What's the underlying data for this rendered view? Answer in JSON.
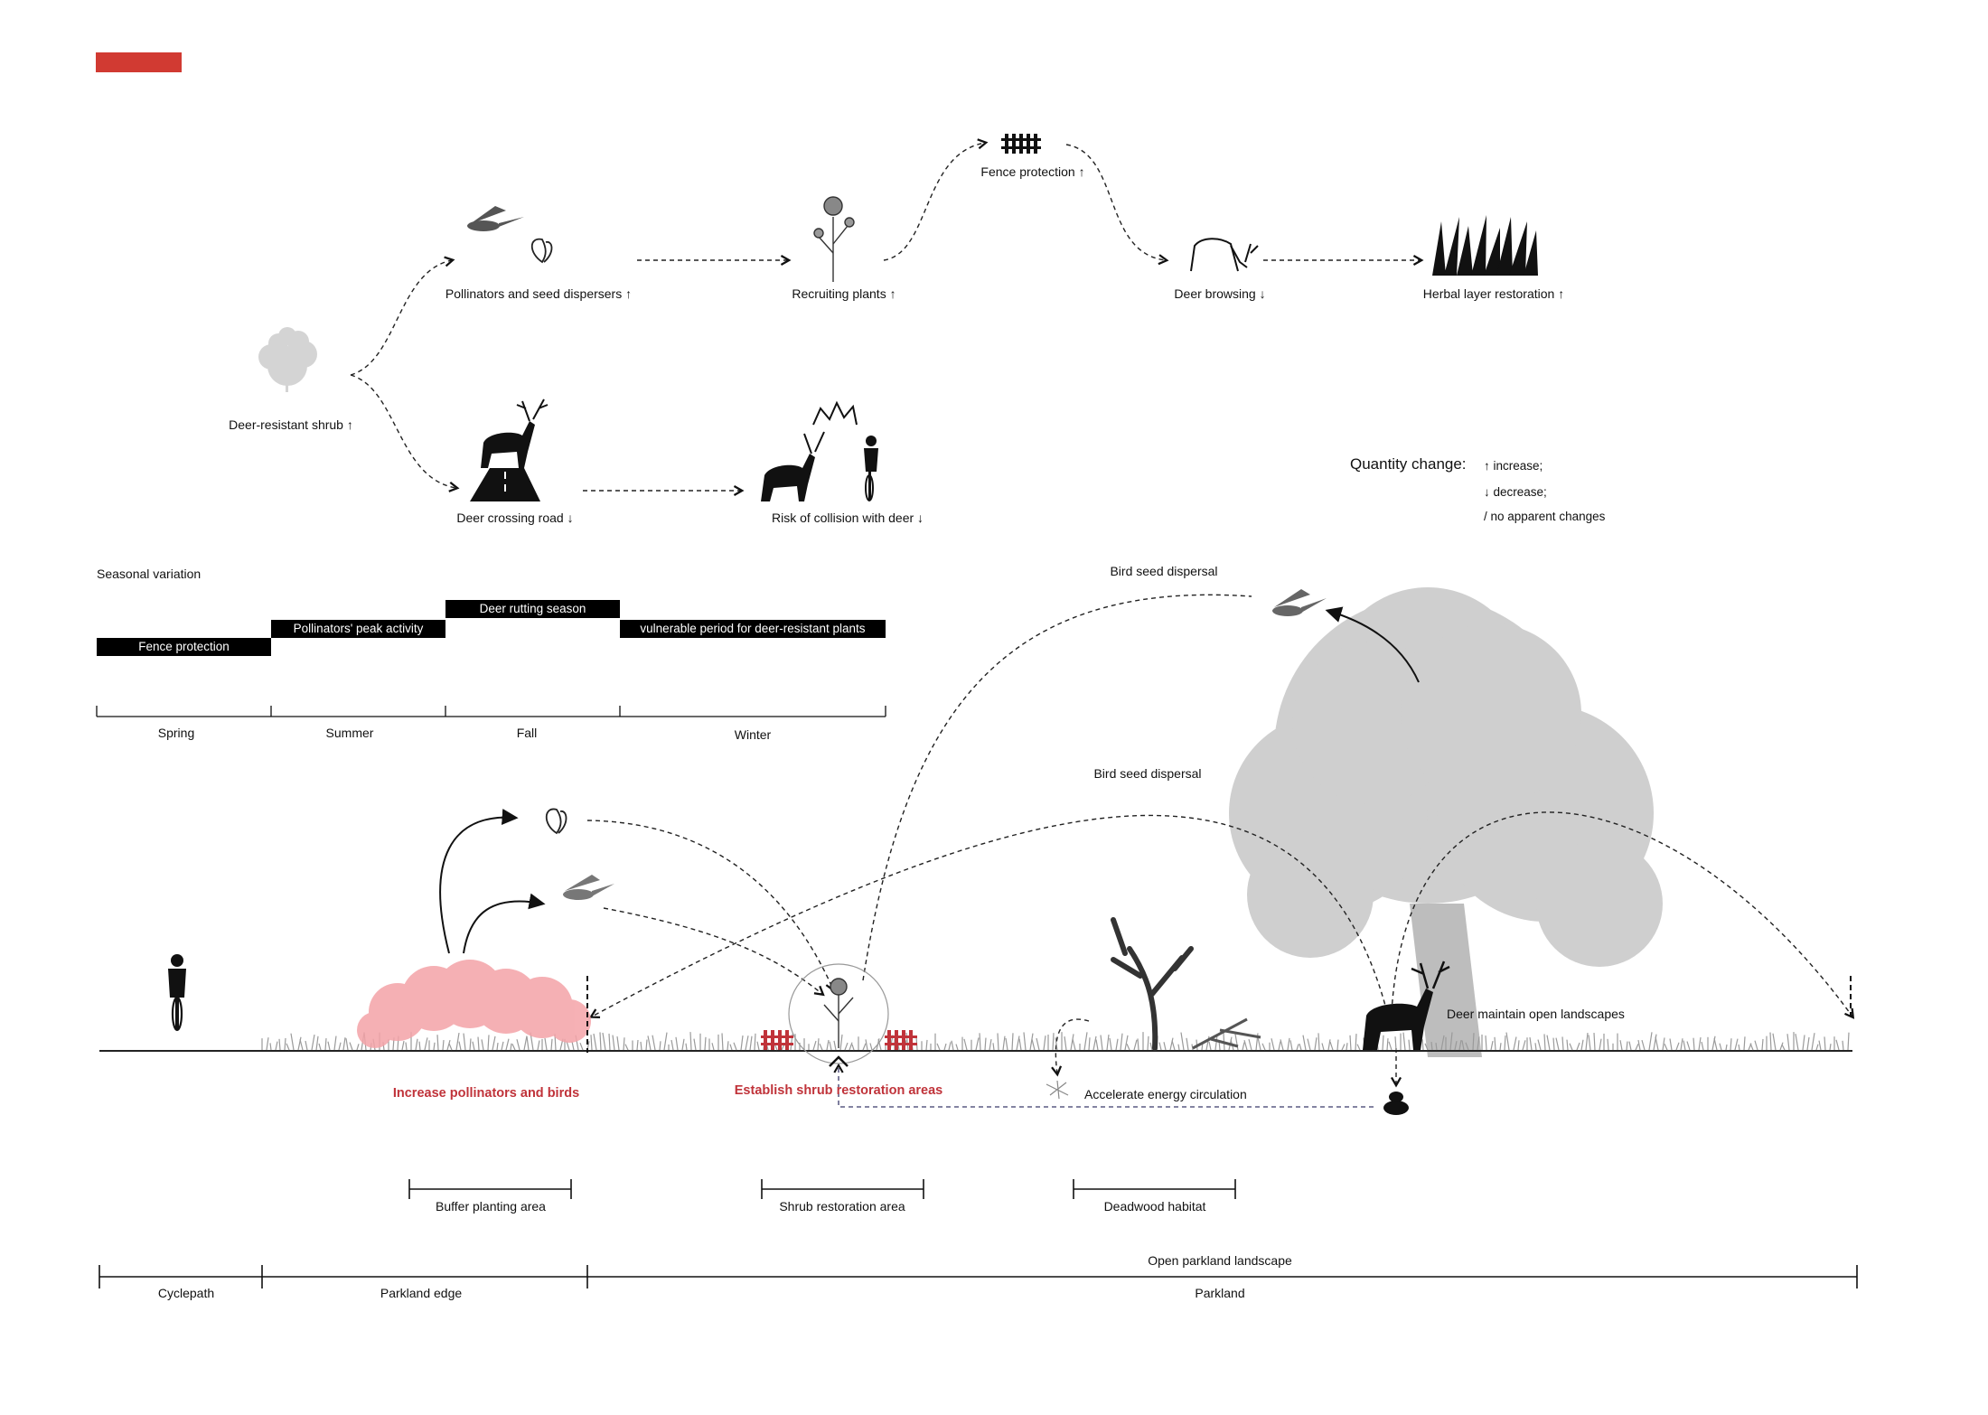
{
  "flow": {
    "source": "Deer-resistant shrub ↑",
    "pollinators": "Pollinators and seed dispersers ↑",
    "recruiting": "Recruiting plants ↑",
    "fence": "Fence protection ↑",
    "browsing": "Deer browsing ↓",
    "herbal": "Herbal layer restoration ↑",
    "crossing": "Deer crossing road ↓",
    "collision": "Risk of collision with deer ↓"
  },
  "legend": {
    "title": "Quantity change:",
    "increase": "↑ increase;",
    "decrease": "↓ decrease;",
    "none": "/ no apparent changes"
  },
  "seasonal": {
    "title": "Seasonal variation",
    "bars": [
      "Fence protection",
      "Pollinators' peak activity",
      "Deer rutting season",
      "vulnerable period for deer-resistant plants"
    ],
    "seasons": [
      "Spring",
      "Summer",
      "Fall",
      "Winter"
    ]
  },
  "section": {
    "bird_dispersal_1": "Bird seed dispersal",
    "bird_dispersal_2": "Bird seed dispersal",
    "deer_open": "Deer maintain open landscapes",
    "increase_pollinators": "Increase pollinators and birds",
    "establish_shrub": "Establish shrub restoration areas",
    "energy": "Accelerate energy circulation"
  },
  "areas": {
    "buffer": "Buffer planting area",
    "shrub": "Shrub restoration area",
    "deadwood": "Deadwood habitat"
  },
  "zones": {
    "open": "Open parkland landscape",
    "cyclepath": "Cyclepath",
    "edge": "Parkland edge",
    "parkland": "Parkland"
  },
  "colors": {
    "accent": "#d13a32",
    "shrub_pink": "#f4a3a8",
    "tree_grey": "#cfcfcf"
  },
  "icons": [
    "hummingbird-icon",
    "butterfly-icon",
    "flower-icon",
    "fence-icon",
    "deer-icon",
    "grass-icon",
    "shrub-icon",
    "road-icon",
    "cyclist-icon",
    "collision-icon",
    "tree-icon",
    "deadwood-icon",
    "dung-icon"
  ]
}
